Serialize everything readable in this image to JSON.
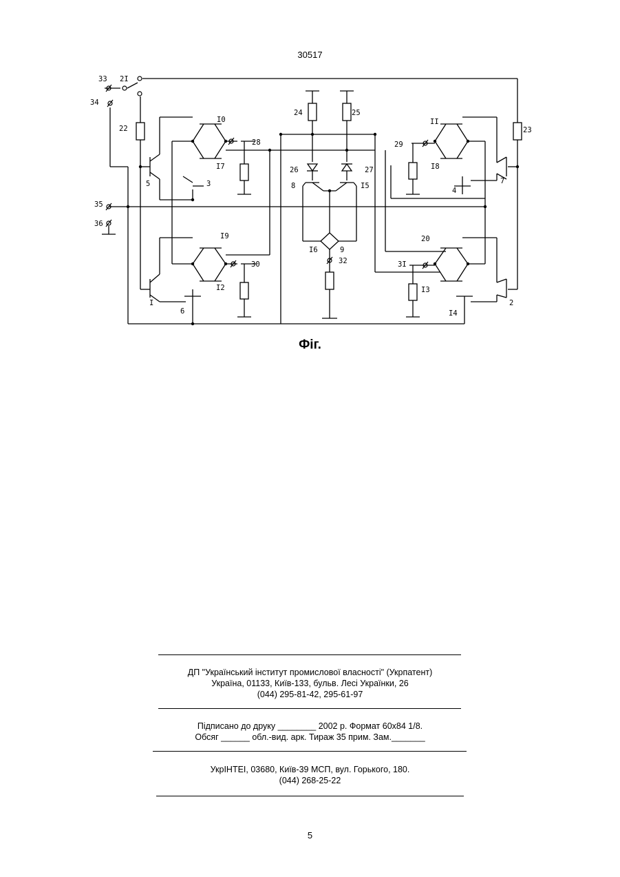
{
  "header": {
    "patent_number": "30517"
  },
  "figure": {
    "caption": "Фіг.",
    "labels": {
      "n33": "33",
      "n21": "2I",
      "n34": "34",
      "n22": "22",
      "n10": "I0",
      "n28": "28",
      "n17": "I7",
      "n5": "5",
      "n3": "3",
      "n24": "24",
      "n25": "25",
      "n26": "26",
      "n27": "27",
      "n8": "8",
      "n15": "I5",
      "n11": "II",
      "n29": "29",
      "n18": "I8",
      "n4": "4",
      "n7": "7",
      "n23": "23",
      "n35": "35",
      "n36": "36",
      "n19": "I9",
      "n30": "30",
      "n12": "I2",
      "n1": "I",
      "n6": "6",
      "n16": "I6",
      "n9": "9",
      "n32": "32",
      "n20": "20",
      "n31": "3I",
      "n13": "I3",
      "n14": "I4",
      "n2": "2"
    }
  },
  "imprint": {
    "line1": "ДП \"Український інститут промислової власності\" (Укрпатент)",
    "line2": "Україна, 01133, Київ-133, бульв. Лесі Українки, 26",
    "line3": "(044) 295-81-42, 295-61-97",
    "line4": "Підписано до друку ________ 2002 р.    Формат 60х84 1/8.",
    "line5": "Обсяг ______ обл.-вид. арк.   Тираж 35 прим.    Зам._______",
    "line6": "УкрІНТЕІ, 03680, Київ-39 МСП, вул. Горького, 180.",
    "line7": "(044) 268-25-22"
  },
  "footer": {
    "page_number": "5"
  }
}
